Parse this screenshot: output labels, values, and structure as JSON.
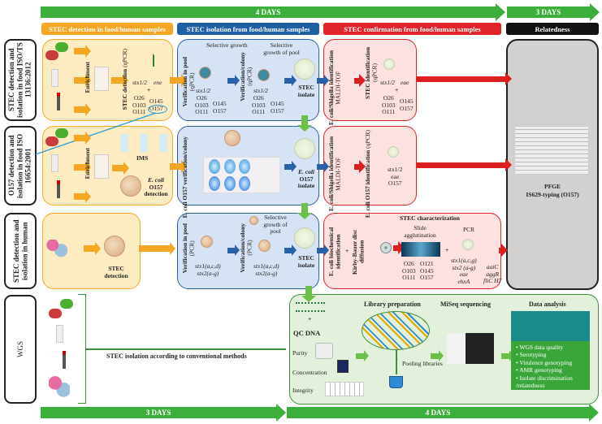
{
  "timeline_top": {
    "first": "4 DAYS",
    "second": "3 DAYS"
  },
  "timeline_bottom": {
    "first": "3 DAYS",
    "second": "4 DAYS"
  },
  "headers": {
    "detection": "STEC detection in food/human samples",
    "isolation": "STEC isolation from food/human samples",
    "confirmation": "STEC confirmation from food/human samples",
    "relatedness": "Relatedness"
  },
  "rows": {
    "r1": {
      "label": "STEC detection and isolation in food ISO/TS 13136:2012",
      "enrichment": "Enrichment",
      "detection": "STEC detection",
      "detection_method": "(qPCR)",
      "genes1": "stx1/2",
      "genes2": "ene",
      "plus": "+",
      "serogroups_left": "O26\nO103\nO111",
      "serogroups_right": "O145\nO157",
      "verif_pool": "Verification in pool",
      "verif_pool_method": "(qPCR)",
      "selective_growth": "Selective growth",
      "verif_colony": "Verification/colony",
      "verif_colony_method": "(qPCR)",
      "selective_growth_pool": "Selective growth of pool",
      "isolate": "STEC isolate",
      "conf_id": "E. coli/Shigella identification",
      "conf_method": "MALDI-TOF",
      "stec_id": "STEC identification",
      "stec_id_method": "(qPCR)",
      "conf_genes1": "stx1/2",
      "conf_genes2": "eae"
    },
    "r2": {
      "label": "O157 detection and isolation in food ISO 16654:2001",
      "enrichment": "Enrichment",
      "ims": "IMS",
      "o157_detection_species": "E. coli",
      "o157_detection": "O157 detection",
      "verif": "E. coli O157 verification/colony",
      "isolate_species": "E. coli",
      "isolate": "O157 isolate",
      "conf_id": "E. coli/Shigella identification",
      "conf_method": "MALDI-TOF",
      "o157_id": "E. coli O157 identification",
      "o157_id_method": "(qPCR)",
      "genes": "stx1/2\neae\nO157"
    },
    "r3": {
      "label": "STEC detection and isolation in human",
      "detection": "STEC detection",
      "verif_pool": "Verification in pool",
      "verif_pool_method": "(PCR)",
      "genes": "stx1(a,c,d)\nstx2(a-g)",
      "selective_growth_pool": "Selective growth of pool",
      "verif_colony": "Verification/colony",
      "verif_colony_method": "(PCR)",
      "isolate": "STEC isolate",
      "biochem": "E. coli biochemical identification",
      "plus": "+",
      "kirby": "Kirby-Bauer disc diffusion",
      "characterization": "STEC characterization",
      "slide": "Slide agglutination",
      "pcr": "PCR",
      "sero_left": "O26\nO103\nO111",
      "sero_right": "O121\nO145\nO157",
      "pcr_genes": "stx1(a,c,g)\nstx2 (a-g)\neae\nehxA",
      "pcr_genes2": "aaiC\naggR\nfliC H7"
    },
    "wgs": {
      "label": "WGS",
      "isolation": "STEC isolation according to conventional methods",
      "qc": "QC DNA",
      "purity": "Purity",
      "concentration": "Concentration",
      "integrity": "Integrity",
      "library": "Library preparation",
      "pooling": "Pooling libraries",
      "miseq": "MiSeq sequencing",
      "analysis": "Data analysis",
      "analysis_items": [
        "WGS data quality",
        "Serotyping",
        "Virulence genotyping",
        "AMR genotyping",
        "Isolate discrimination /relatedness"
      ]
    }
  },
  "relatedness": {
    "pfge": "PFGE",
    "is629": "IS629-typing (O157)"
  },
  "colors": {
    "green": "#3bae3b",
    "orange": "#f5a623",
    "blue": "#2a62a8",
    "red": "#e0262b",
    "black": "#111111"
  }
}
